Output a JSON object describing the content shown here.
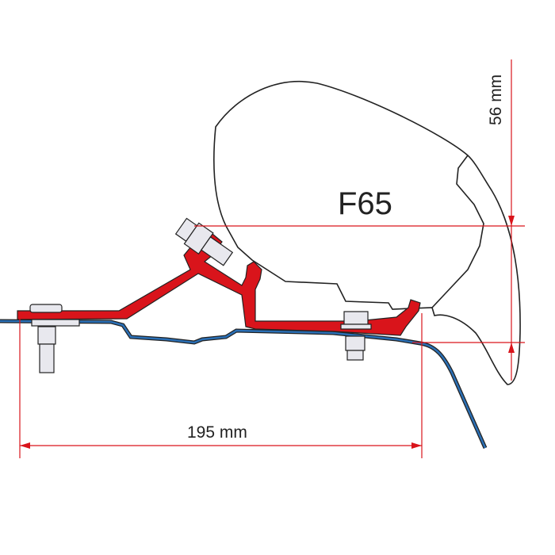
{
  "diagram": {
    "model_label": "F65",
    "height_dimension": "56 mm",
    "width_dimension": "195 mm",
    "colors": {
      "bracket": "#d9141b",
      "roof": "#2a6fb5",
      "dimension": "#d9141b",
      "outline": "#222222",
      "bolt": "#e8e8ee"
    }
  }
}
